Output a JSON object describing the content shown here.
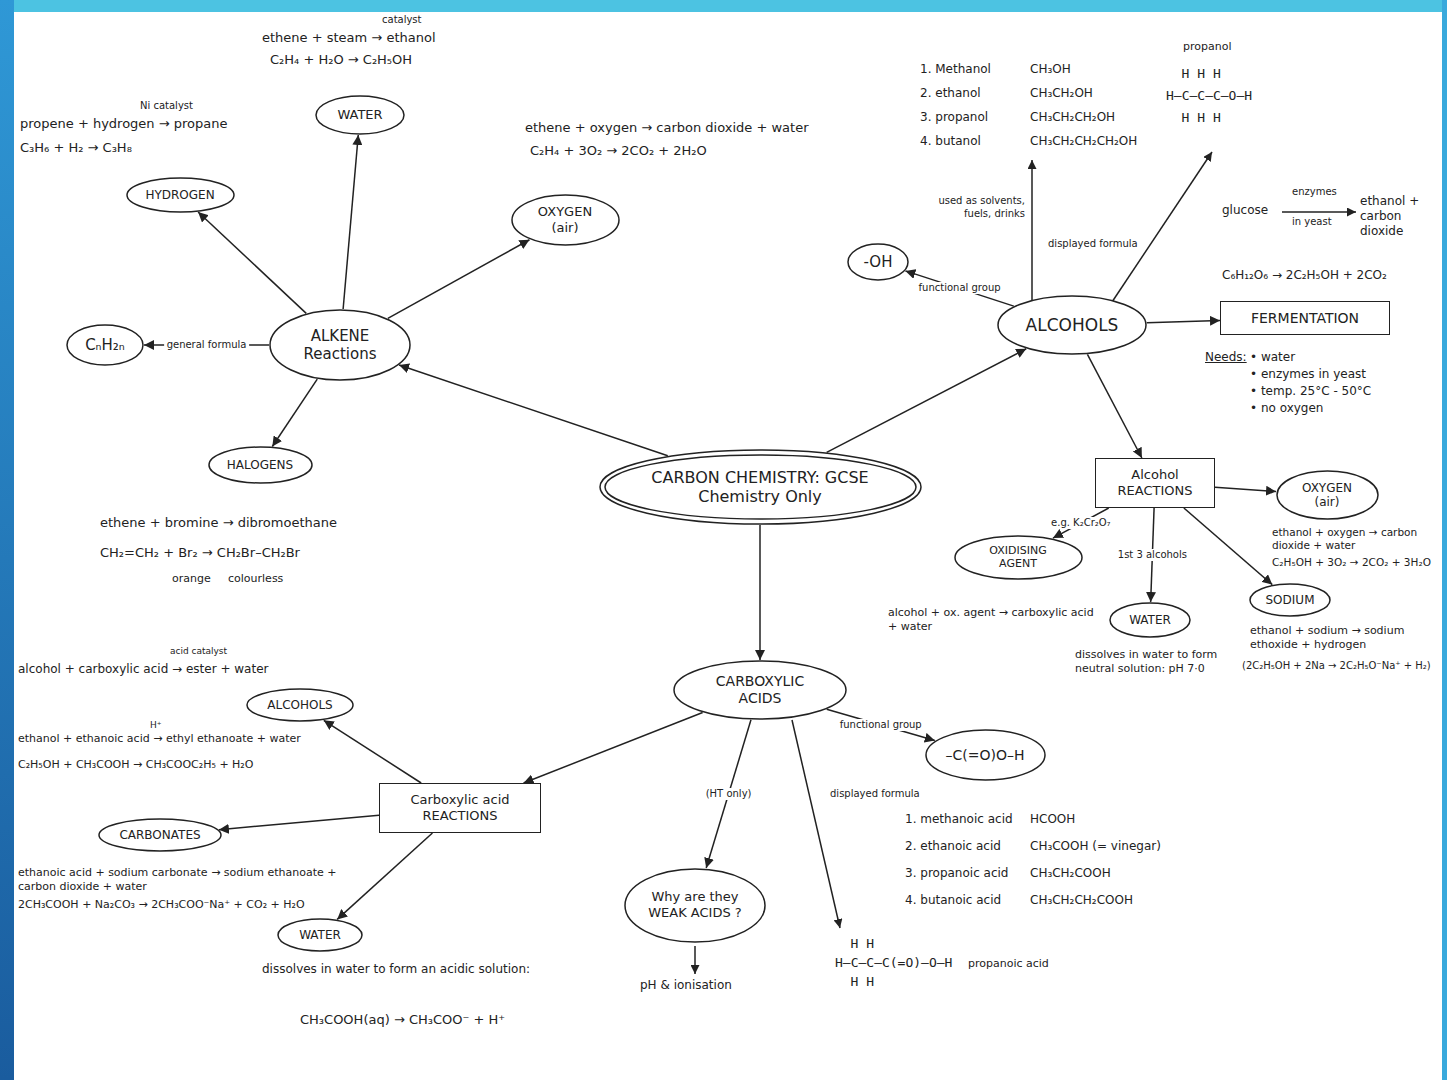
{
  "diagram": {
    "nodes": [
      {
        "text": [
          "CARBON CHEMISTRY: GCSE Chemistry Only"
        ]
      },
      {
        "text": [
          "ALKENE Reactions"
        ]
      },
      {
        "text": [
          "WATER"
        ]
      },
      {
        "text": [
          "HYDROGEN"
        ]
      },
      {
        "text": [
          "CₙH₂ₙ"
        ]
      },
      {
        "text": [
          "HALOGENS"
        ]
      },
      {
        "text": [
          "OXYGEN (air)"
        ]
      },
      {
        "text": [
          "ALCOHOLS"
        ]
      },
      {
        "text": [
          "-OH"
        ]
      },
      {
        "text": [
          "FERMENTATION"
        ]
      },
      {
        "text": [
          "Alcohol REACTIONS"
        ]
      },
      {
        "text": [
          "OXIDISING AGENT"
        ]
      },
      {
        "text": [
          "WATER"
        ]
      },
      {
        "text": [
          "OXYGEN (air)"
        ]
      },
      {
        "text": [
          "SODIUM"
        ]
      },
      {
        "text": [
          "CARBOXYLIC ACIDS"
        ]
      },
      {
        "text": [
          "–C(=O)O–H"
        ]
      },
      {
        "text": [
          "Carboxylic acid REACTIONS"
        ]
      },
      {
        "text": [
          "ALCOHOLS"
        ]
      },
      {
        "text": [
          "CARBONATES"
        ]
      },
      {
        "text": [
          "WATER"
        ]
      },
      {
        "text": [
          "Why are they WEAK ACIDS ?"
        ]
      }
    ],
    "edges": [
      {
        "from": 0,
        "to": 1,
        "arrow": "to"
      },
      {
        "from": 0,
        "to": 7,
        "arrow": "to"
      },
      {
        "from": 0,
        "to": 15,
        "arrow": "to"
      },
      {
        "from": 1,
        "to": 2,
        "arrow": "to"
      },
      {
        "from": 1,
        "to": 3,
        "arrow": "to"
      },
      {
        "from": 1,
        "to": 4,
        "label": "general formula",
        "arrow": "to"
      },
      {
        "from": 1,
        "to": 5,
        "arrow": "to"
      },
      {
        "from": 1,
        "to": 6,
        "arrow": "to"
      },
      {
        "from": 7,
        "to": 8,
        "label": "functional group",
        "arrow": "to"
      },
      {
        "from": 7,
        "to": 9,
        "arrow": "to"
      },
      {
        "from": 7,
        "to": 10,
        "arrow": "to"
      },
      {
        "from": 10,
        "to": 11,
        "label": "e.g. K₂Cr₂O₇",
        "arrow": "to"
      },
      {
        "from": 10,
        "to": 12,
        "label": "1st 3 alcohols",
        "arrow": "to"
      },
      {
        "from": 10,
        "to": 13,
        "arrow": "to"
      },
      {
        "from": 10,
        "to": 14,
        "arrow": "to"
      },
      {
        "from": 15,
        "to": 16,
        "label": "functional group",
        "arrow": "to"
      },
      {
        "from": 15,
        "to": 17,
        "arrow": "to"
      },
      {
        "from": 15,
        "to": 21,
        "label": "(HT only)",
        "arrow": "to"
      },
      {
        "from": 17,
        "to": 18,
        "arrow": "to"
      },
      {
        "from": 17,
        "to": 19,
        "arrow": "to"
      },
      {
        "from": 17,
        "to": 20,
        "arrow": "to"
      }
    ],
    "labels": [
      "catalyst",
      "ethene + steam → ethanol",
      "C₂H₄ + H₂O → C₂H₅OH",
      "Ni catalyst",
      "propene + hydrogen → propane",
      "C₃H₆ + H₂ → C₃H₈",
      "ethene + oxygen → carbon dioxide + water",
      "C₂H₄ + 3O₂ → 2CO₂ + 2H₂O",
      "ethene + bromine → dibromoethane",
      "CH₂=CH₂ + Br₂ → CH₂Br–CH₂Br",
      "orange",
      "colourless",
      "1. Methanol",
      "CH₃OH",
      "2. ethanol",
      "CH₃CH₂OH",
      "3. propanol",
      "CH₃CH₂CH₂OH",
      "4. butanol",
      "CH₃CH₂CH₂CH₂OH",
      "propanol",
      "H H H",
      "H–C–C–C–O–H",
      "H H H",
      "used as solvents, fuels, drinks",
      "displayed formula",
      "glucose",
      "enzymes",
      "in yeast",
      "ethanol + carbon dioxide",
      "C₆H₁₂O₆ → 2C₂H₅OH + 2CO₂",
      "Needs:",
      "• water",
      "• enzymes in yeast",
      "• temp. 25°C - 50°C",
      "• no oxygen",
      "ethanol + oxygen → carbon dioxide + water",
      "C₂H₅OH + 3O₂ → 2CO₂ + 3H₂O",
      "ethanol + sodium → sodium ethoxide + hydrogen",
      "(2C₂H₅OH + 2Na → 2C₂H₅O⁻Na⁺ + H₂)",
      "alcohol + ox. agent → carboxylic acid + water",
      "dissolves in water to form neutral solution: pH 7·0",
      "1. methanoic acid",
      "HCOOH",
      "2. ethanoic acid",
      "CH₃COOH (= vinegar)",
      "3. propanoic acid",
      "CH₃CH₂COOH",
      "4. butanoic acid",
      "CH₃CH₂CH₂COOH",
      "displayed formula",
      "H H",
      "H–C–C–C(=O)–O–H",
      "H H",
      "propanoic acid",
      "pH & ionisation",
      "alcohol + carboxylic acid → ester + water",
      "acid catalyst",
      "ethanol + ethanoic acid → ethyl ethanoate + water",
      "H⁺",
      "C₂H₅OH + CH₃COOH → CH₃COOC₂H₅ + H₂O",
      "ethanoic acid + sodium carbonate → sodium ethanoate + carbon dioxide + water",
      "2CH₃COOH + Na₂CO₃ → 2CH₃COO⁻Na⁺ + CO₂ + H₂O",
      "dissolves in water to form an acidic solution:",
      "CH₃COOH(aq) → CH₃COO⁻ + H⁺"
    ]
  }
}
